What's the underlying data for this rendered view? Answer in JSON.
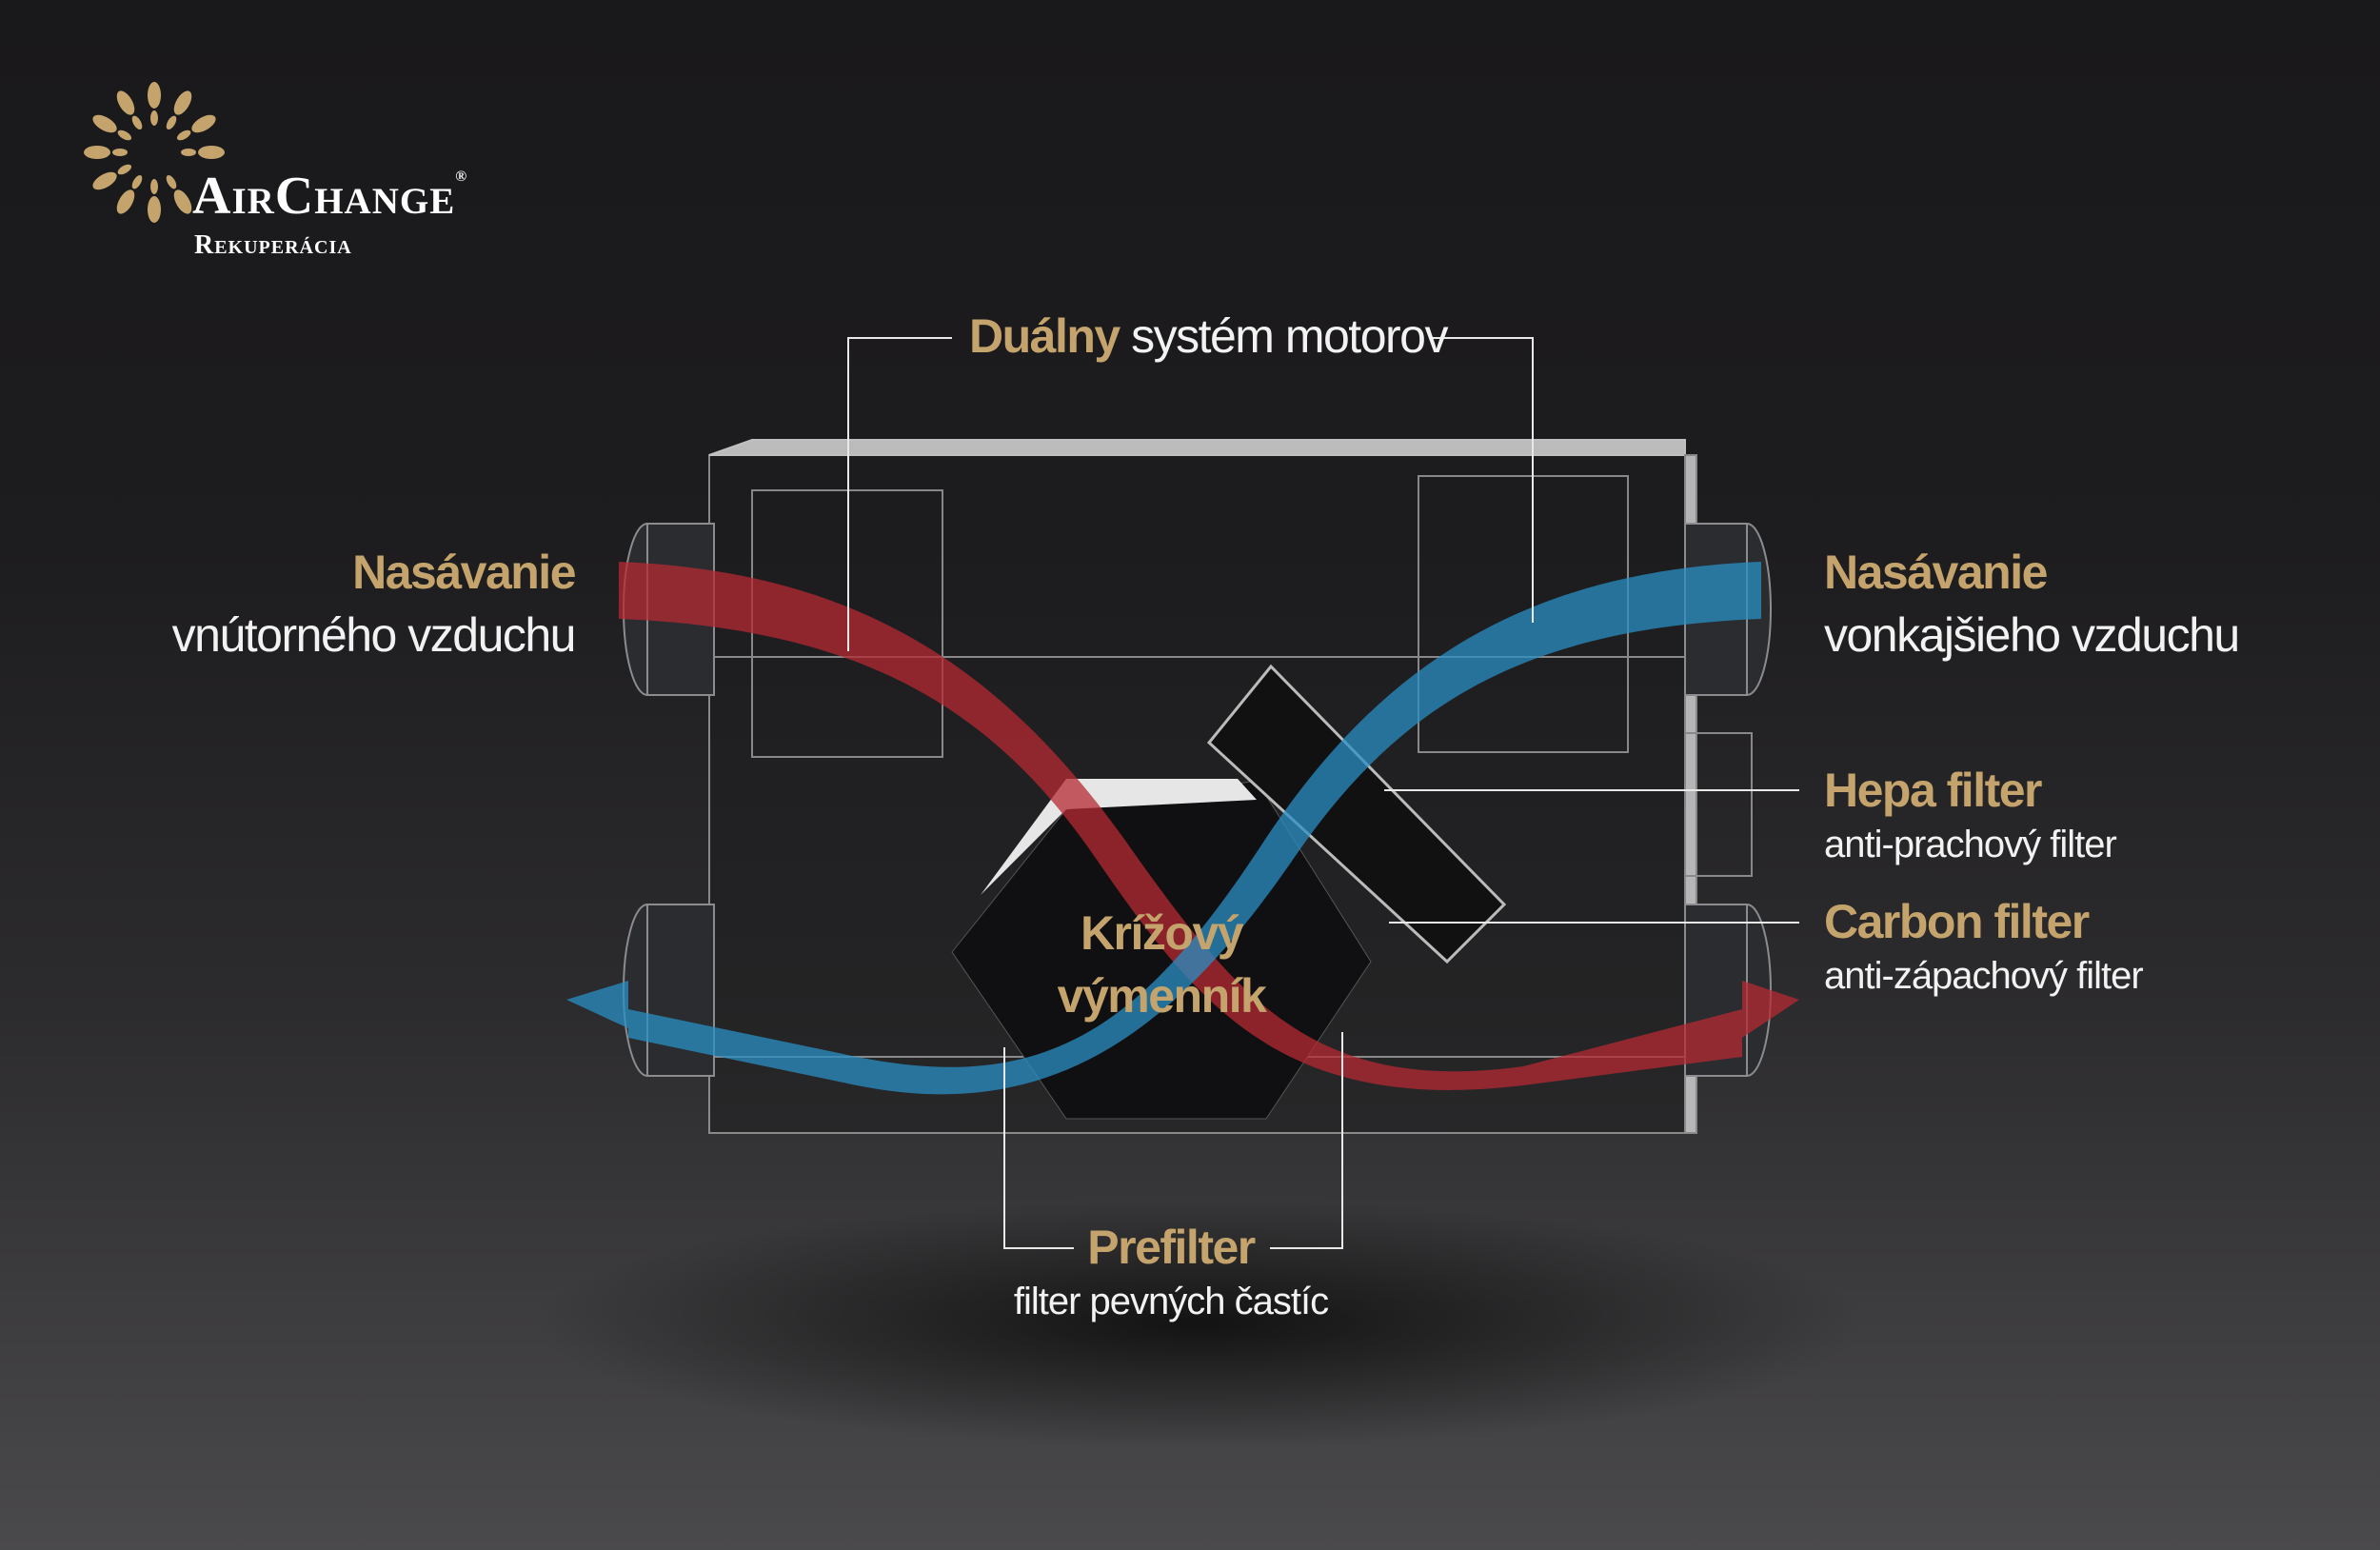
{
  "logo": {
    "brand": "AirChange",
    "registered": "®",
    "tagline": "Rekuperácia"
  },
  "labels": {
    "motors": {
      "bold": "Duálny",
      "rest": "systém motorov"
    },
    "inner_intake": {
      "title": "Nasávanie",
      "subtitle": "vnútorného vzduchu"
    },
    "outer_intake": {
      "title": "Nasávanie",
      "subtitle": "vonkajšieho vzduchu"
    },
    "hepa": {
      "title": "Hepa filter",
      "subtitle": "anti-prachový filter"
    },
    "carbon": {
      "title": "Carbon filter",
      "subtitle": "anti-zápachový filter"
    },
    "exchanger": {
      "line1": "Krížový",
      "line2": "výmenník"
    },
    "prefilter": {
      "title": "Prefilter",
      "subtitle": "filter pevných častíc"
    }
  },
  "colors": {
    "gold": "#c4a46c",
    "warm_air": "#c0303a",
    "cold_air": "#2a8fc4"
  }
}
